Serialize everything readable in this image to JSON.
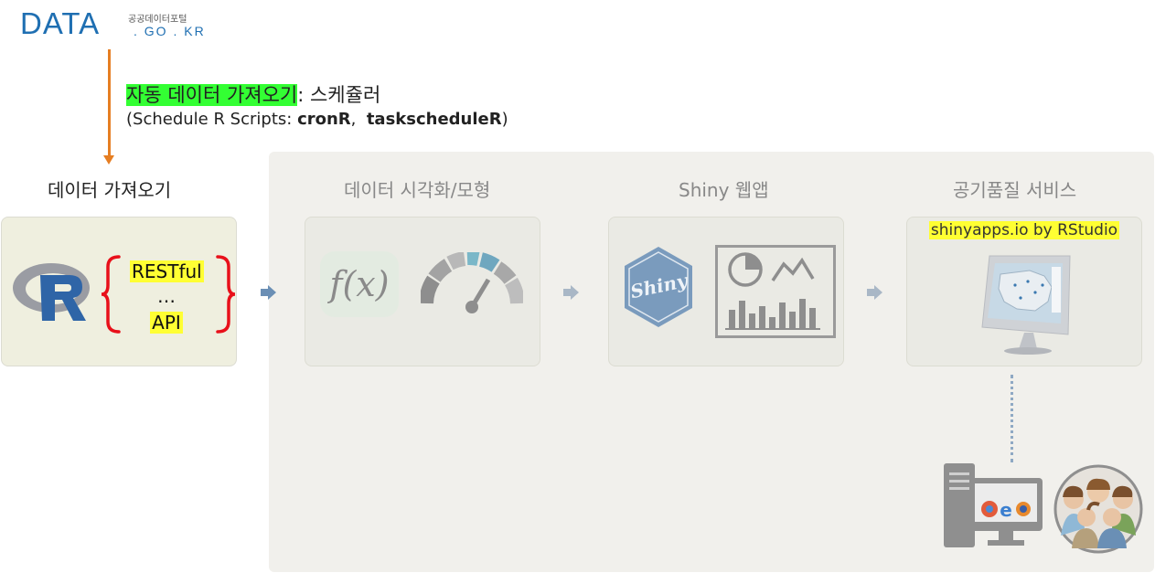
{
  "header": {
    "logo_main": "DATA",
    "logo_korean": "공공데이터포털",
    "logo_domain": ". GO . KR"
  },
  "scheduler": {
    "highlight": "자동 데이터 가져오기",
    "rest": ": 스케쥴러",
    "line2_prefix": "(Schedule R Scripts: ",
    "pkg1": "cronR",
    "sep": ",  ",
    "pkg2": "taskscheduleR",
    "line2_suffix": ")"
  },
  "stages": [
    {
      "title": "데이터 가져오기"
    },
    {
      "title": "데이터 시각화/모형"
    },
    {
      "title": "Shiny 웹앱"
    },
    {
      "title": "공기품질 서비스"
    }
  ],
  "import_card": {
    "item1": "RESTful",
    "item2": "…",
    "item3": "API"
  },
  "service_card": {
    "label": "shinyapps.io by RStudio"
  },
  "icons": [
    "r-logo-icon",
    "function-fx-icon",
    "gauge-icon",
    "shiny-hex-icon",
    "dashboard-chart-icon",
    "monitor-map-icon",
    "desktop-browser-icon",
    "users-group-icon"
  ],
  "colors": {
    "accent_orange": "#e67e22",
    "highlight_green": "#33ff33",
    "highlight_yellow": "#ffff33",
    "brace_red": "#e8101a",
    "logo_blue": "#1f6fb2"
  }
}
